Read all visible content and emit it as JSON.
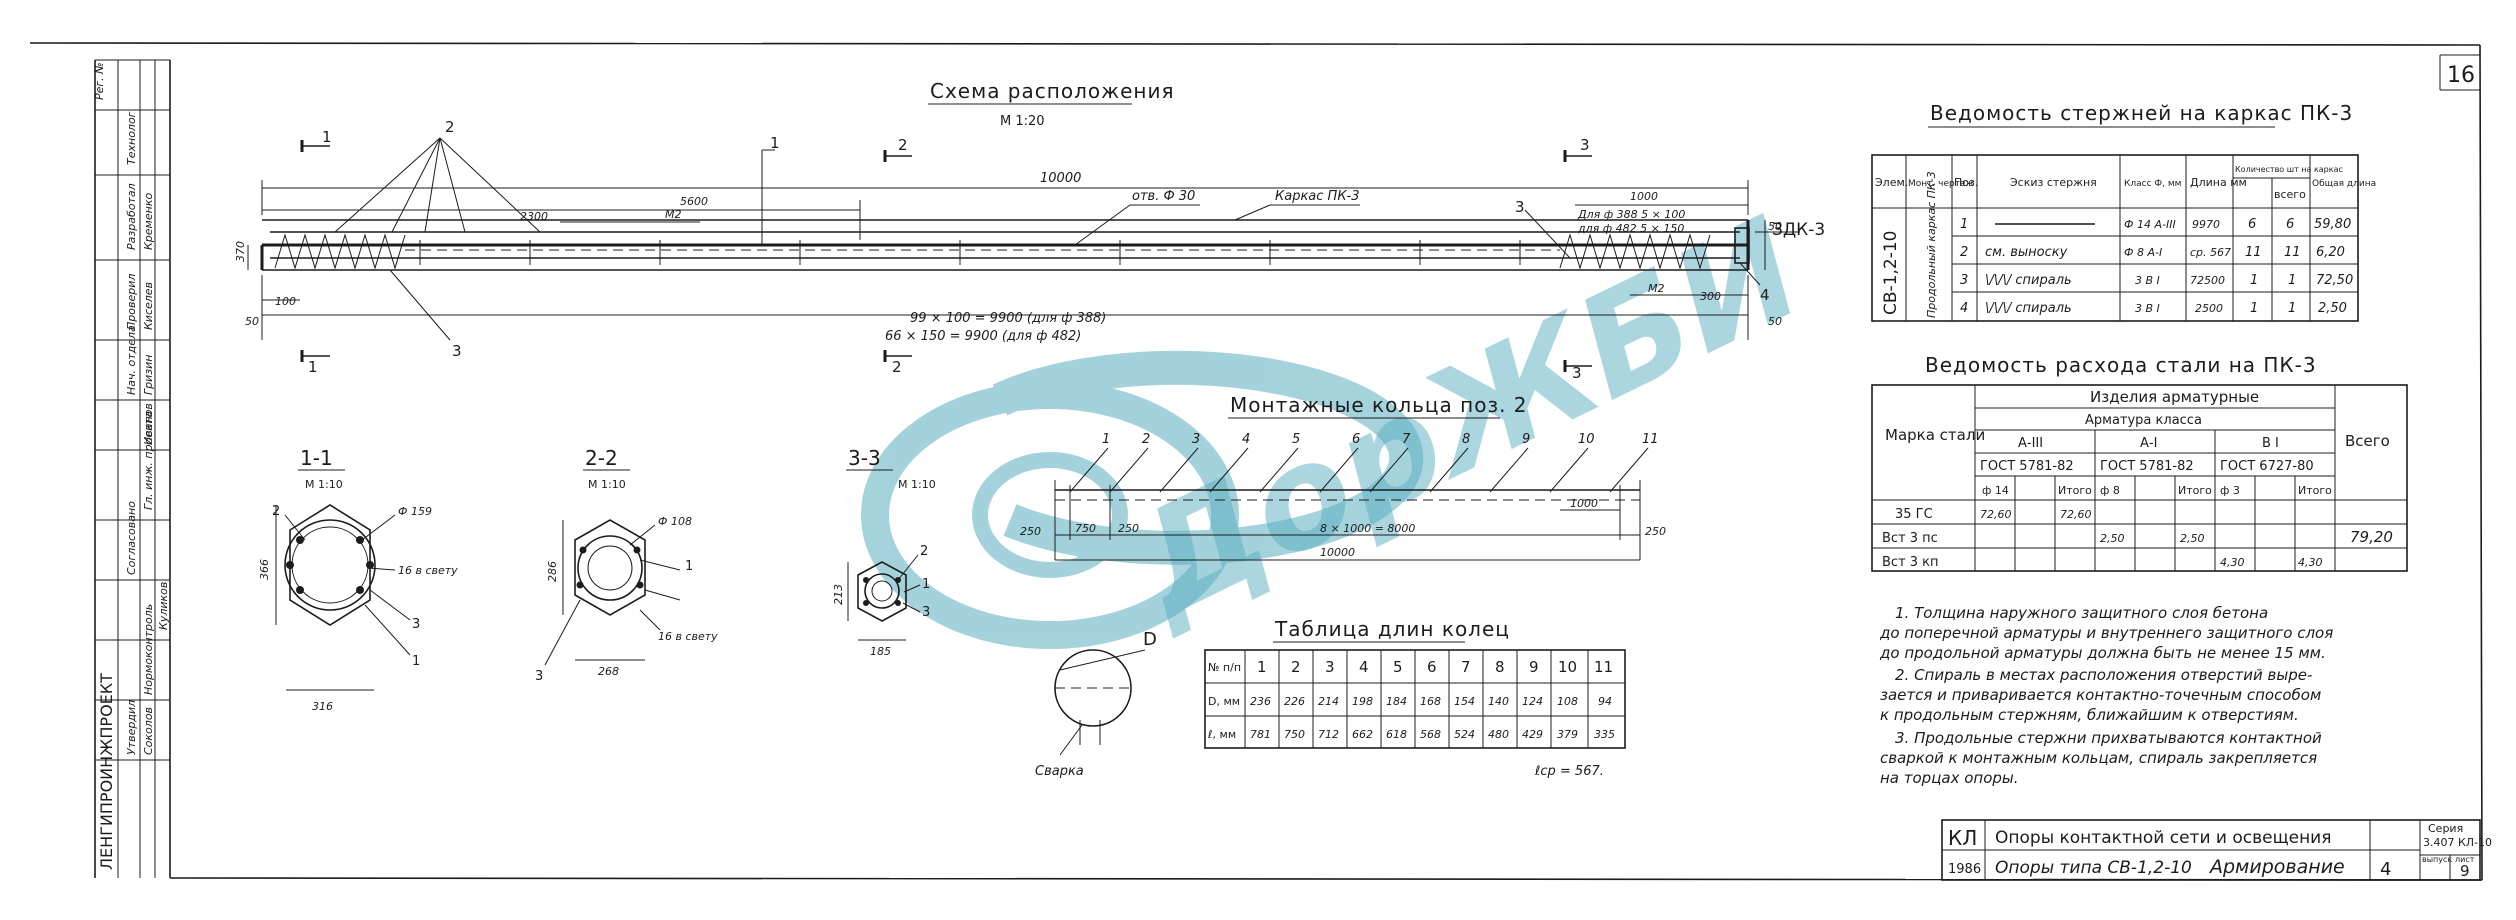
{
  "sheet": {
    "number": "16"
  },
  "stamp": {
    "org": "ЛЕНГИПРОИНЖПРОЕКТ",
    "rows": [
      "Рег. №",
      "Технолог",
      "Разработал",
      "Проверил",
      "Нач. отдела",
      "Гл. инж. проекта",
      "Согласовано",
      "Нормоконтроль",
      "Утвердил",
      "Соколов",
      "Кременко",
      "Киселев",
      "Гризин",
      "Иванов",
      "Куликов"
    ]
  },
  "layout_drawing": {
    "title": "Схема расположения",
    "scale": "М 1:20",
    "label_frame": "Каркас ПК-3",
    "label_hole": "отв. Ф 30",
    "label_embed": "ЗДК-3",
    "dims": {
      "total": "10000",
      "d5600": "5600",
      "d2300": "2300",
      "d1000": "1000",
      "d300": "300",
      "d100": "100",
      "d370": "370",
      "d50a": "50",
      "d50b": "50",
      "d50c": "50",
      "pitch1": "99 × 100 = 9900 (для ф 388)",
      "pitch2": "66 × 150 = 9900 (для ф 482)",
      "pitch3a": "Для ф 388  5 × 100",
      "pitch3b": "для ф 482  5 × 150",
      "m2a": "М2",
      "m2b": "М2"
    },
    "pos_labels": [
      "1",
      "2",
      "3",
      "4"
    ],
    "section_marks": [
      "1",
      "1",
      "2",
      "2",
      "3",
      "3"
    ]
  },
  "sections": [
    {
      "title": "1-1",
      "scale": "М 1:10",
      "dia": "Ф 159",
      "width": "316",
      "height": "366",
      "note": "16 в свету"
    },
    {
      "title": "2-2",
      "scale": "М 1:10",
      "dia": "Ф 108",
      "width": "268",
      "height": "286",
      "note": "16 в свету"
    },
    {
      "title": "3-3",
      "scale": "М 1:10",
      "width": "185",
      "height": "213"
    }
  ],
  "rings": {
    "title": "Монтажные кольца  поз. 2",
    "numbers": [
      "1",
      "2",
      "3",
      "4",
      "5",
      "6",
      "7",
      "8",
      "9",
      "10",
      "11"
    ],
    "d250a": "250",
    "d750": "750",
    "d250b": "250",
    "dmid": "8 × 1000 = 8000",
    "d1000": "1000",
    "d250c": "250",
    "total": "10000"
  },
  "ring_detail": {
    "d": "D",
    "weld": "Сварка",
    "lsr": "ℓср = 567."
  },
  "rings_table": {
    "title": "Таблица длин колец",
    "head": [
      "№ п/п",
      "1",
      "2",
      "3",
      "4",
      "5",
      "6",
      "7",
      "8",
      "9",
      "10",
      "11"
    ],
    "rows": [
      [
        "D, мм",
        "236",
        "226",
        "214",
        "198",
        "184",
        "168",
        "154",
        "140",
        "124",
        "108",
        "94"
      ],
      [
        "ℓ, мм",
        "781",
        "750",
        "712",
        "662",
        "618",
        "568",
        "524",
        "480",
        "429",
        "379",
        "335"
      ]
    ]
  },
  "bars_table": {
    "title": "Ведомость стержней на каркас ПК-3",
    "head": [
      "Элем.",
      "Монт. чертеж",
      "Поз.",
      "Эскиз стержня",
      "Класс Ф, мм",
      "Длина мм",
      "Количество шт на каркас",
      "всего",
      "Общая длина"
    ],
    "element": "СВ-1,2-10",
    "frame": "Продольный каркас ПК-3",
    "rows": [
      [
        "1",
        "————",
        "Ф 14 А-III",
        "9970",
        "6",
        "6",
        "59,80"
      ],
      [
        "2",
        "см. выноску",
        "Ф 8 А-I",
        "ср. 567",
        "11",
        "11",
        "6,20"
      ],
      [
        "3",
        "\\/\\/\\/ спираль",
        "3 В I",
        "72500",
        "1",
        "1",
        "72,50"
      ],
      [
        "4",
        "\\/\\/\\/ спираль",
        "3 В I",
        "2500",
        "1",
        "1",
        "2,50"
      ]
    ]
  },
  "steel_table": {
    "title": "Ведомость расхода стали на ПК-3",
    "head_marka": "Марка стали",
    "head_izd": "Изделия арматурные",
    "head_arm": "Арматура класса",
    "classes": [
      "А-III",
      "А-I",
      "В I"
    ],
    "gosts": [
      "ГОСТ 5781-82",
      "ГОСТ 5781-82",
      "ГОСТ 6727-80"
    ],
    "sub": [
      "ф 14",
      "Итого",
      "ф 8",
      "Итого",
      "ф 3",
      "Итого"
    ],
    "head_total": "Всего",
    "rows": [
      [
        "35 ГС",
        "72,60",
        "",
        "72,60",
        "",
        "",
        "",
        "",
        "",
        ""
      ],
      [
        "Вст 3 пс",
        "",
        "",
        "",
        "2,50",
        "",
        "2,50",
        "",
        "",
        "79,20"
      ],
      [
        "Вст 3 кп",
        "",
        "",
        "",
        "",
        "",
        "",
        "4,30",
        "4,30",
        ""
      ]
    ]
  },
  "notes": [
    "1. Толщина наружного защитного слоя бетона",
    "до поперечной арматуры и внутреннего защитного слоя",
    "до продольной арматуры должна быть не менее 15 мм.",
    "2. Спираль в местах расположения отверстий выре-",
    "зается и приваривается контактно-точечным способом",
    "к продольным стержням, ближайшим к отверстиям.",
    "3. Продольные стержни прихватываются контактной",
    "сваркой к монтажным кольцам, спираль закрепляется",
    "на торцах опоры."
  ],
  "title_block": {
    "code": "КЛ",
    "title1": "Опоры контактной сети и освещения",
    "year": "1986",
    "title2": "Опоры типа СВ-1,2-10",
    "title3": "Армирование",
    "series_label": "Серия",
    "series": "3.407 КЛ-10",
    "vyp": "выпуск",
    "sheet_label": "лист",
    "sheet": "4",
    "page": "9"
  },
  "watermark": "ДорЖБИ",
  "colors": {
    "ink": "#1c1c1c",
    "watermark": "#5aaec0"
  }
}
